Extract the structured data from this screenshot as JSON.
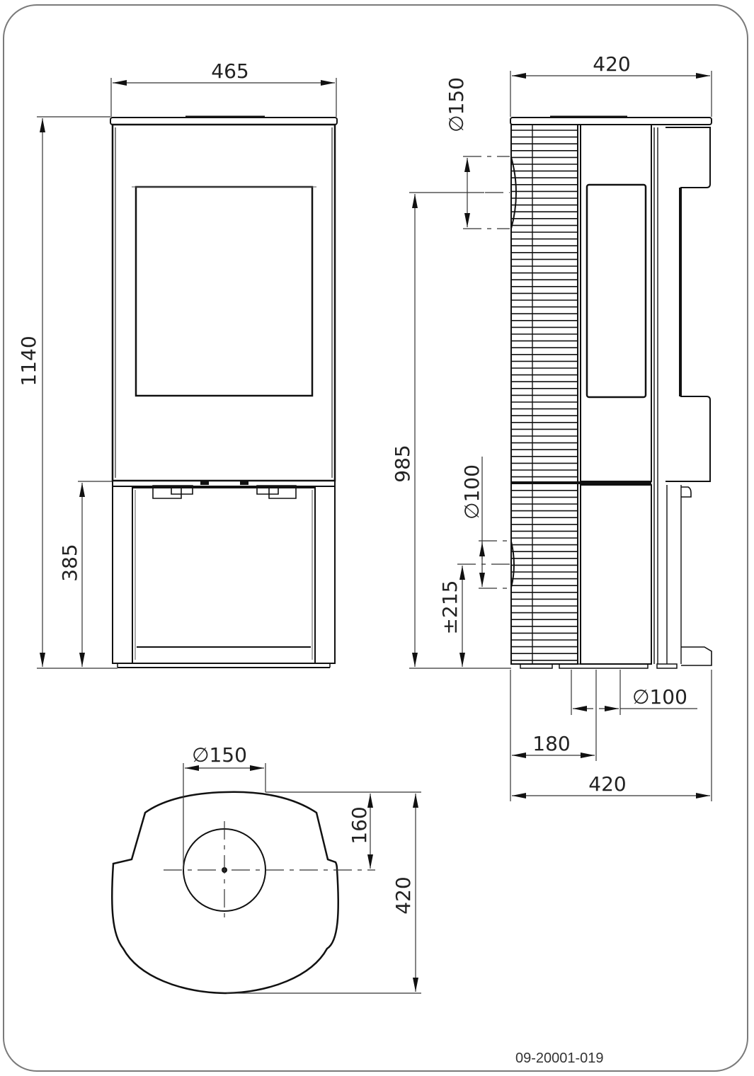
{
  "drawing_number": "09-20001-019",
  "views": {
    "front": {
      "label": "front-view",
      "dimensions": {
        "width": "465",
        "height": "1140",
        "lower_section_height": "385"
      }
    },
    "side": {
      "label": "side-view",
      "dimensions": {
        "depth_top": "420",
        "rear_flue_diameter": "∅150",
        "rear_flue_centre_height": "985",
        "air_inlet_diameter": "∅100",
        "air_inlet_height": "±215",
        "bottom_inlet_diameter": "∅100",
        "bottom_inlet_offset": "180",
        "depth_bottom": "420"
      }
    },
    "top": {
      "label": "top-view",
      "dimensions": {
        "flue_diameter": "∅150",
        "flue_offset_from_back": "160",
        "depth": "420"
      }
    }
  },
  "colors": {
    "line": "#111111",
    "frame": "#7a7a7a",
    "background": "#ffffff"
  }
}
